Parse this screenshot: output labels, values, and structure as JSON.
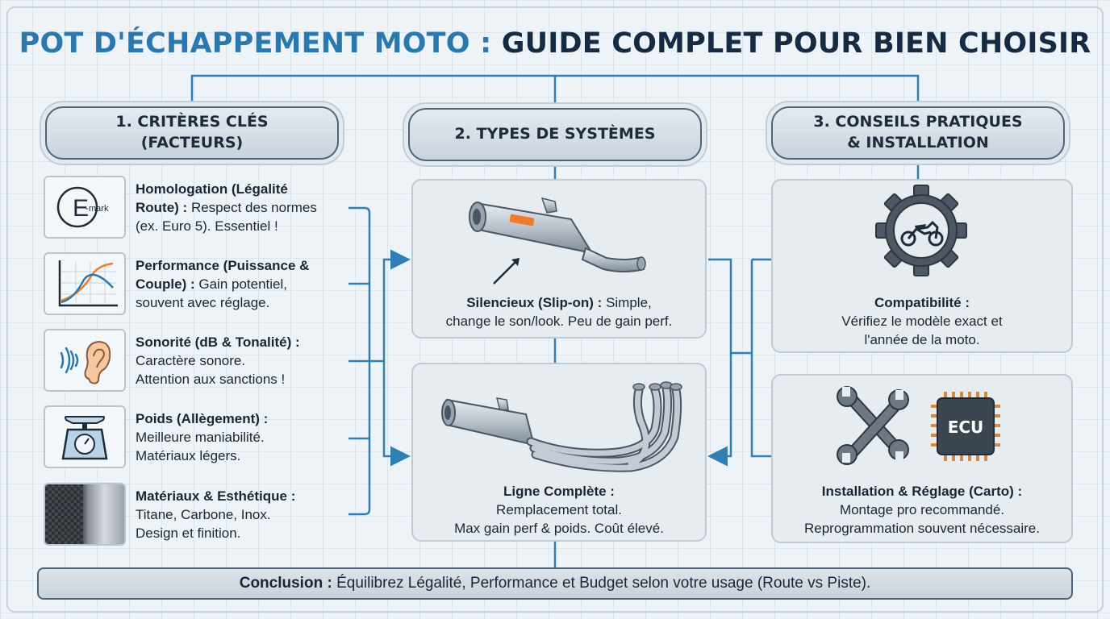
{
  "title": {
    "part1": "POT D'ÉCHAPPEMENT MOTO :",
    "part2": "GUIDE COMPLET POUR BIEN CHOISIR"
  },
  "columns": [
    {
      "line1": "1. CRITÈRES CLÉS",
      "line2": "(FACTEURS)"
    },
    {
      "line1": "2. TYPES DE SYSTÈMES",
      "line2": ""
    },
    {
      "line1": "3. CONSEILS PRATIQUES",
      "line2": "& INSTALLATION"
    }
  ],
  "criteria": [
    {
      "icon": "e-mark-icon",
      "icon_text": "E",
      "icon_subtext": "mark",
      "bold1": "Homologation (Légalité",
      "bold2": "Route) :",
      "rest2": " Respect des normes",
      "line3": "(ex. Euro 5). Essentiel !"
    },
    {
      "icon": "power-curve-chart-icon",
      "bold1": "Performance (Puissance &",
      "bold2": "Couple) :",
      "rest2": " Gain potentiel,",
      "line3": "souvent avec réglage."
    },
    {
      "icon": "ear-sound-icon",
      "bold1": "Sonorité (dB & Tonalité) :",
      "bold2": "",
      "rest2": "Caractère sonore.",
      "line3": "Attention aux sanctions !"
    },
    {
      "icon": "weighing-scale-icon",
      "bold1": "Poids (Allègement) :",
      "bold2": "",
      "rest2": "Meilleure maniabilité.",
      "line3": "Matériaux légers."
    },
    {
      "icon": "carbon-steel-material-icon",
      "bold1": "Matériaux & Esthétique :",
      "bold2": "",
      "rest2": "Titane, Carbone, Inox.",
      "line3": "Design et finition."
    }
  ],
  "systems": [
    {
      "icon": "slip-on-silencer-icon",
      "bold": "Silencieux (Slip-on) :",
      "rest": " Simple,",
      "line2": "change le son/look. Peu de gain perf."
    },
    {
      "icon": "full-exhaust-system-icon",
      "bold": "Ligne Complète :",
      "line2": "Remplacement total.",
      "line3": "Max gain perf & poids. Coût élevé."
    }
  ],
  "tips": [
    {
      "icon": "gear-motorcycle-icon",
      "bold": "Compatibilité :",
      "line2": "Vérifiez le modèle exact et",
      "line3": "l'année de la moto."
    },
    {
      "icon": "wrenches-ecu-icon",
      "ecu_label": "ECU",
      "bold": "Installation & Réglage (Carto) :",
      "line2": "Montage pro recommandé.",
      "line3": "Reprogrammation souvent nécessaire."
    }
  ],
  "conclusion": {
    "bold": "Conclusion :",
    "rest": " Équilibrez Légalité, Performance et Budget selon votre usage (Route vs Piste)."
  },
  "colors": {
    "accent_blue": "#2a78ad",
    "title_navy": "#152b44",
    "connector": "#2f7fb5",
    "orange_accent": "#f07a2a"
  }
}
